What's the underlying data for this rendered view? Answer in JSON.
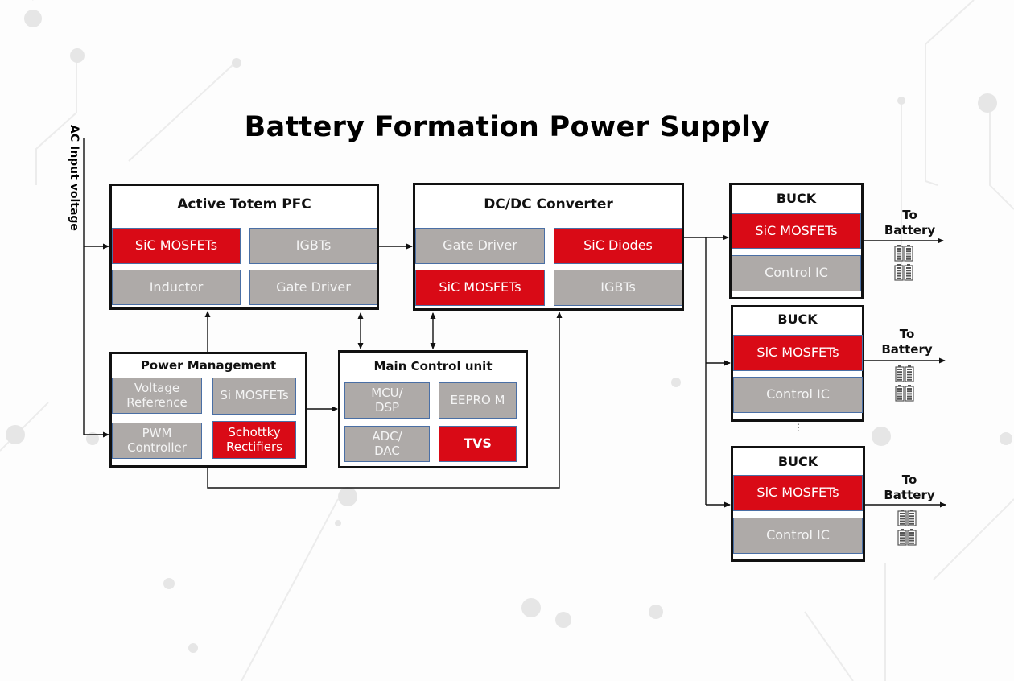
{
  "title": "Battery Formation Power Supply",
  "input_label": "AC Input voltage",
  "colors": {
    "accent_red": "#d90a16",
    "component_gray": "#aeaaa8",
    "border": "#111111"
  },
  "blocks": {
    "pfc": {
      "title": "Active Totem PFC",
      "cells": [
        {
          "label": "SiC MOSFETs",
          "kind": "red"
        },
        {
          "label": "IGBTs",
          "kind": "gray"
        },
        {
          "label": "Inductor",
          "kind": "gray"
        },
        {
          "label": "Gate Driver",
          "kind": "gray"
        }
      ]
    },
    "dcdc": {
      "title": "DC/DC Converter",
      "cells": [
        {
          "label": "Gate Driver",
          "kind": "gray"
        },
        {
          "label": "SiC Diodes",
          "kind": "red"
        },
        {
          "label": "SiC MOSFETs",
          "kind": "red"
        },
        {
          "label": "IGBTs",
          "kind": "gray"
        }
      ]
    },
    "power_mgmt": {
      "title": "Power Management",
      "cells": [
        {
          "label": "Voltage Reference",
          "kind": "gray"
        },
        {
          "label": "Si MOSFETs",
          "kind": "gray"
        },
        {
          "label": "PWM Controller",
          "kind": "gray"
        },
        {
          "label": "Schottky Rectifiers",
          "kind": "red"
        }
      ]
    },
    "mcu": {
      "title": "Main Control unit",
      "cells": [
        {
          "label": "MCU/ DSP",
          "kind": "gray"
        },
        {
          "label": "EEPRO M",
          "kind": "gray"
        },
        {
          "label": "ADC/ DAC",
          "kind": "gray"
        },
        {
          "label": "TVS",
          "kind": "red"
        }
      ]
    },
    "bucks": [
      {
        "title": "BUCK",
        "cells": [
          {
            "label": "SiC MOSFETs",
            "kind": "red"
          },
          {
            "label": "Control IC",
            "kind": "gray"
          }
        ],
        "output_label": "To Battery",
        "battery_icon": "battery-cells-icon"
      },
      {
        "title": "BUCK",
        "cells": [
          {
            "label": "SiC MOSFETs",
            "kind": "red"
          },
          {
            "label": "Control IC",
            "kind": "gray"
          }
        ],
        "output_label": "To Battery",
        "battery_icon": "battery-cells-icon"
      },
      {
        "title": "BUCK",
        "cells": [
          {
            "label": "SiC MOSFETs",
            "kind": "red"
          },
          {
            "label": "Control IC",
            "kind": "gray"
          }
        ],
        "output_label": "To Battery",
        "battery_icon": "battery-cells-icon"
      }
    ],
    "ellipsis": "⋮"
  }
}
